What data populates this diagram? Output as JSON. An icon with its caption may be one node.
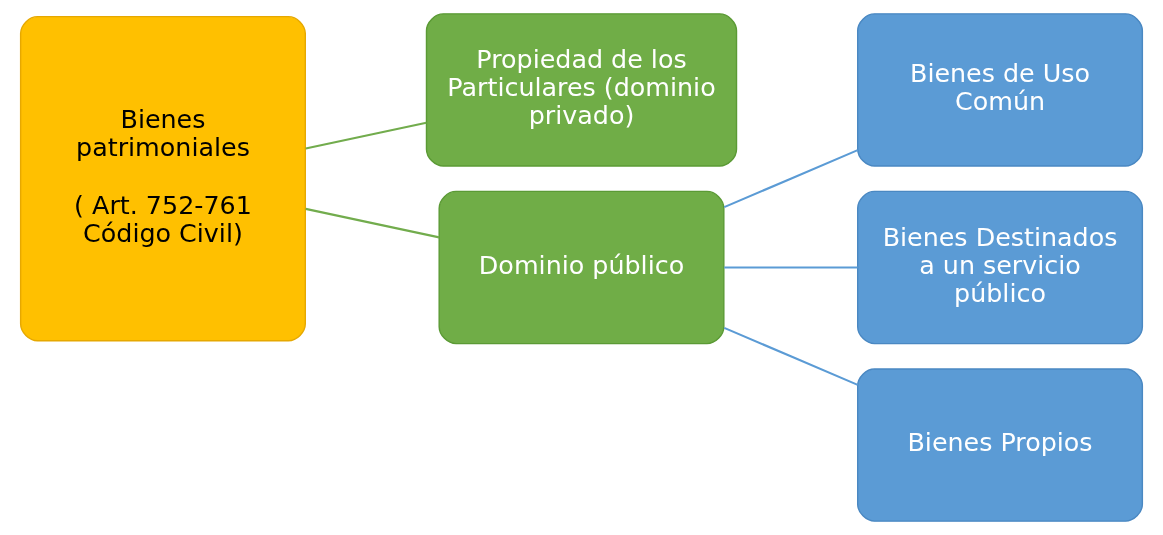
{
  "diagram": {
    "nodes": [
      {
        "text": [
          "Bienes patrimoniales",
          "( Art. 752-761 Código Civil)"
        ]
      },
      {
        "text": [
          "Propiedad de los Particulares (dominio privado)"
        ]
      },
      {
        "text": [
          "Dominio público"
        ]
      },
      {
        "text": [
          "Bienes de Uso Común"
        ]
      },
      {
        "text": [
          "Bienes Destinados a un servicio público"
        ]
      },
      {
        "text": [
          "Bienes Propios"
        ]
      }
    ],
    "edges": [
      {
        "from": 0,
        "to": 1,
        "arrow": "none",
        "color": "#72ac4d"
      },
      {
        "from": 0,
        "to": 2,
        "arrow": "none",
        "color": "#72ac4d"
      },
      {
        "from": 2,
        "to": 3,
        "arrow": "none"
      },
      {
        "from": 2,
        "to": 4,
        "arrow": "none"
      },
      {
        "from": 2,
        "to": 5,
        "arrow": "none"
      }
    ]
  }
}
